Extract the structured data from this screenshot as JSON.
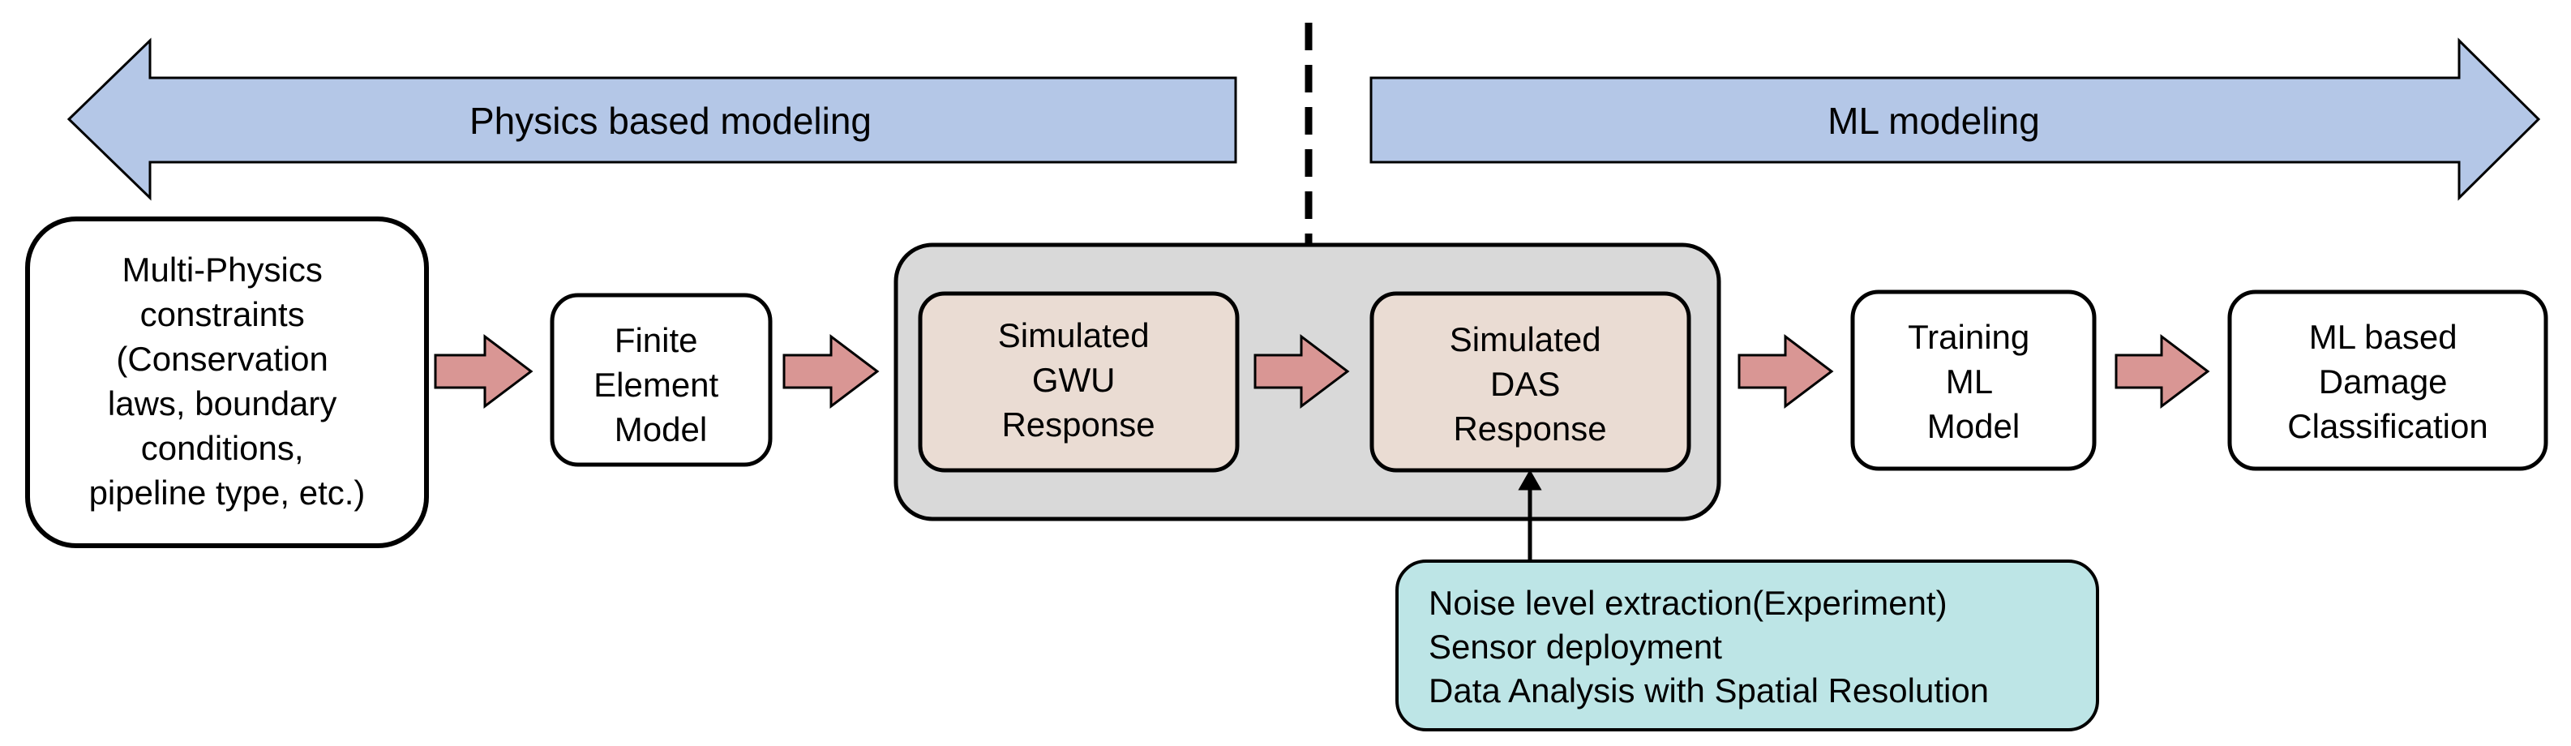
{
  "banners": {
    "left": "Physics based modeling",
    "right": "ML modeling"
  },
  "boxes": {
    "constraints": [
      "Multi-Physics",
      "constraints",
      "(Conservation",
      "laws, boundary",
      "conditions,",
      "pipeline type, etc.)"
    ],
    "fem": [
      "Finite",
      "Element",
      "Model"
    ],
    "gwu": [
      "Simulated",
      "GWU",
      "Response"
    ],
    "das": [
      "Simulated",
      "DAS",
      "Response"
    ],
    "training": [
      "Training",
      "ML",
      "Model"
    ],
    "classification": [
      "ML based",
      "Damage",
      "Classification"
    ]
  },
  "notes": [
    "Noise level extraction(Experiment)",
    "Sensor deployment",
    "Data Analysis with Spatial Resolution"
  ],
  "colors": {
    "banner_fill": "#b4c7e7",
    "process_arrow_fill": "#d99694",
    "sim_box_fill": "#eadcd3",
    "group_fill": "#d9d9d9",
    "note_fill": "#bde5e6",
    "stroke": "#000000"
  }
}
